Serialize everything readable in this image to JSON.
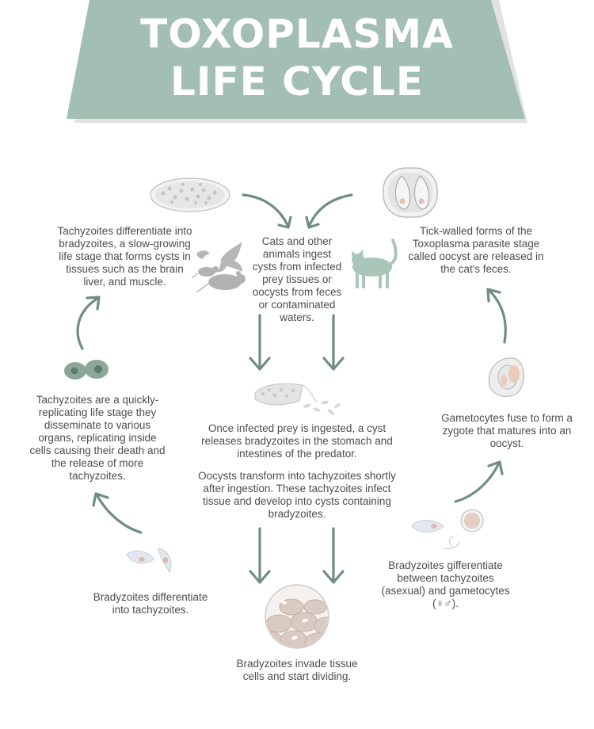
{
  "title": {
    "line1": "TOXOPLASMA",
    "line2": "LIFE CYCLE"
  },
  "colors": {
    "banner": "#a3bfb3",
    "banner_shadow": "#e2e2e2",
    "arrow": "#6f8e80",
    "text": "#4d4d4d",
    "cat": "#a9c6b9",
    "mouse": "#b5b5b5",
    "cell_dark": "#8aa79a",
    "tissue": "#d7c9c2"
  },
  "steps": {
    "ingest": "Cats and other\nanimals ingest\ncysts from infected\nprey tissues or\noocysts from feces\nor contaminated\nwaters.",
    "oocyst_release": "Tick-walled forms of the\nToxoplasma parasite stage\ncalled oocyst are released in\nthe cat's feces.",
    "tachy_to_brady": "Tachyzoites differentiate into\nbradyzoites, a slow-growing\nlife stage that forms cysts in\ntissues such as the brain\nliver, and muscle.",
    "tachy_replicate": "Tachyzoites are a quickly-\nreplicating life stage they\ndisseminate to various\norgans, replicating inside\ncells causing their death and\nthe release of more\ntachyzoites.",
    "cyst_release": "Once infected prey is ingested, a cyst\nreleases bradyzoites in the stomach and\nintestines of the predator.",
    "oocyst_transform": "Oocysts transform into tachyzoites shortly\nafter ingestion. These tachyzoites infect\ntissue and develop into cysts containing\nbradyzoites.",
    "gametocytes_fuse": "Gametocytes fuse to form a\nzygote that matures into an\noocyst.",
    "brady_gameto": "Bradyzoites gifferentiate\nbetween tachyzoites\n(asexual) and gametocytes\n(♀♂).",
    "brady_to_tachy": "Bradyzoites differentiate\ninto tachyzoites.",
    "invade": "Bradyzoites invade tissue\ncells and start dividing."
  }
}
